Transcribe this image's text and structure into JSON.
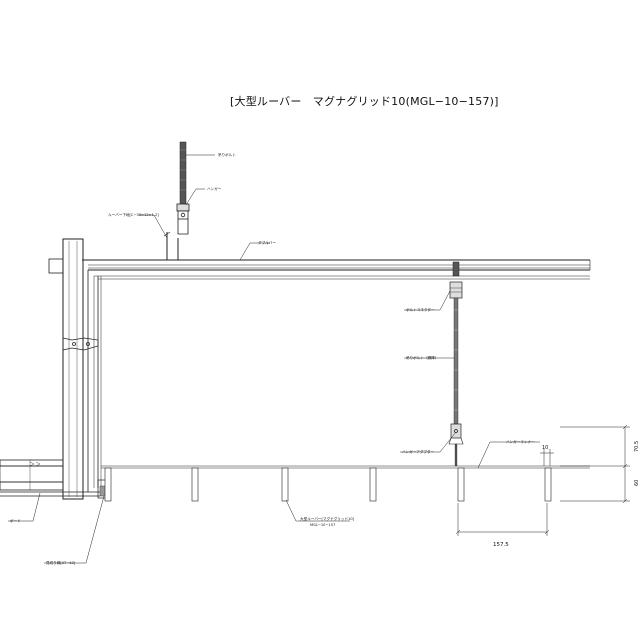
{
  "title": "[大型ルーバー　マグナグリッド10(MGL−10−157)]",
  "labels": {
    "hanger_bolt_top": "吊りボルト",
    "hanger_top": "ハンガー",
    "louver_receiver": "ルーバー下地[C−38×12×1.2]",
    "channel_bar": "ダブルバー",
    "bolt_connector": "ボルトコネクター",
    "hanger_bolt_right": "吊りボルト（鋼棒）",
    "hanger_adapter": "ハンガーアダプター",
    "hanger_runner": "ハンガーランナー",
    "board": "ボード",
    "edge_trim": "見切り縁[AT−40]",
    "louver_main": "大型ルーバー[マグナグリッド10]",
    "louver_model": "MGL−10−157"
  },
  "dimensions": {
    "pitch": "157.5",
    "fin_thickness": "10",
    "upper_height": "70.5",
    "fin_height": "60"
  }
}
